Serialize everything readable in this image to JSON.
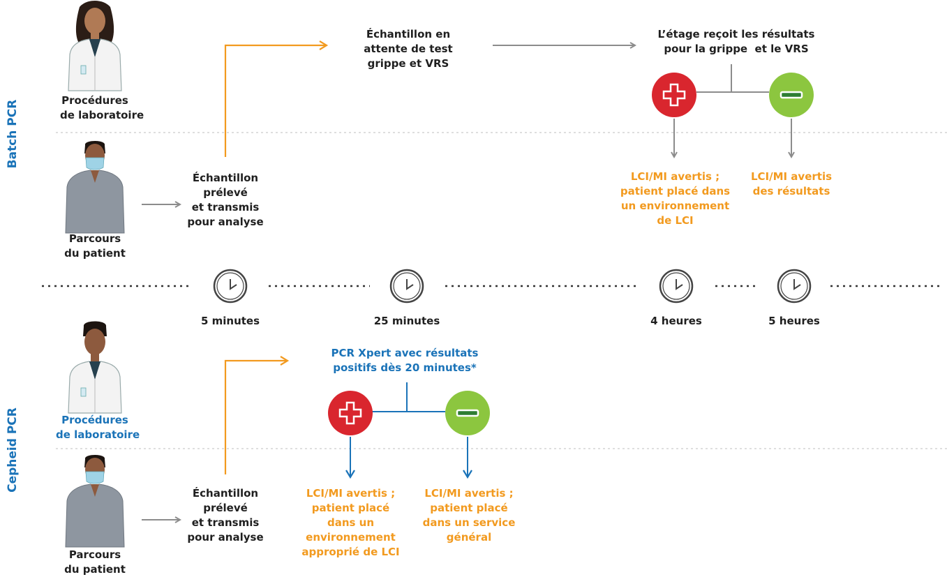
{
  "section_labels": {
    "top": "Batch PCR",
    "bottom": "Cepheid PCR"
  },
  "top": {
    "lab_label": "Procédures\nde laboratoire",
    "patient_label": "Parcours\ndu patient",
    "sample_label": "Échantillon\nprélevé\net transmis\npour analyse",
    "waiting_label": "Échantillon en\nattente de test\ngrippe et VRS",
    "results_label": "L’étage reçoit les résultats\npour la grippe  et le VRS",
    "positive_outcome": "LCI/MI avertis ;\npatient placé dans\nun environnement\nde LCI",
    "negative_outcome": "LCI/MI avertis\ndes résultats"
  },
  "timeline": [
    {
      "label": "5 minutes"
    },
    {
      "label": "25 minutes"
    },
    {
      "label": "4 heures"
    },
    {
      "label": "5 heures"
    }
  ],
  "bottom": {
    "lab_label": "Procédures\nde laboratoire",
    "patient_label": "Parcours\ndu patient",
    "sample_label": "Échantillon\nprélevé\net transmis\npour analyse",
    "xpert_label": "PCR Xpert avec résultats\npositifs dès 20 minutes*",
    "positive_outcome": "LCI/MI avertis ;\npatient placé\ndans un\nenvironnement\napproprié de LCI",
    "negative_outcome": "LCI/MI avertis ;\npatient placé\ndans un service\ngénéral"
  },
  "colors": {
    "orange": "#f29a1f",
    "blue": "#1a73b8",
    "gray": "#8c8c8c",
    "red": "#d9262e",
    "green": "#8cc63f"
  },
  "icons": [
    "doctor-icon",
    "patient-icon",
    "clock-icon",
    "plus-icon",
    "minus-icon"
  ]
}
